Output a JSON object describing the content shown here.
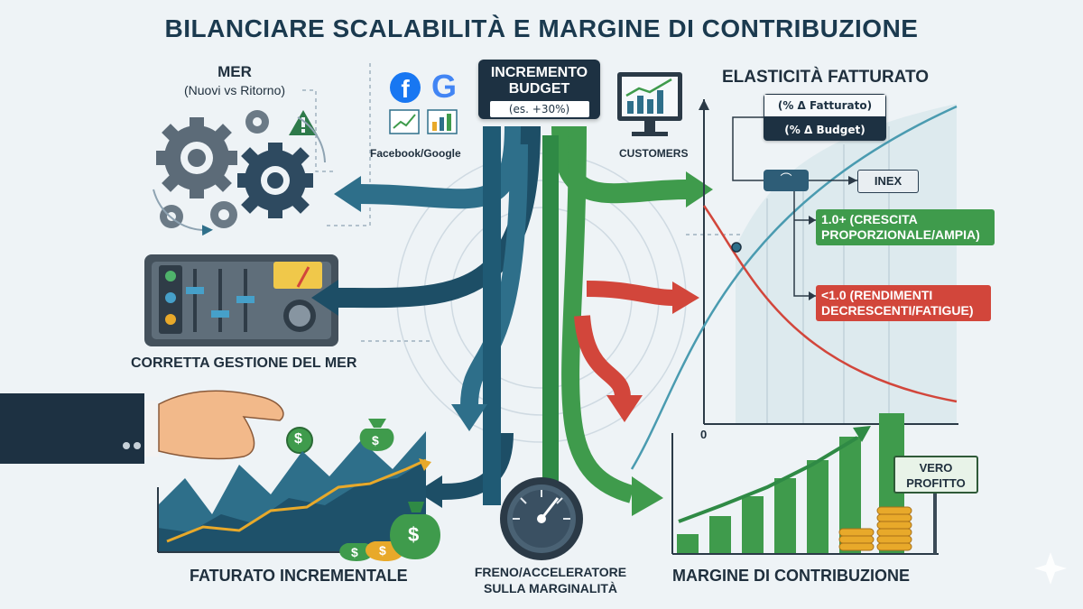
{
  "title": "BILANCIARE SCALABILITÀ E MARGINE DI CONTRIBUZIONE",
  "left": {
    "mer_title": "MER",
    "mer_subtitle": "(Nuovi vs Ritorno)",
    "mixer_label": "CORRETTA GESTIONE DEL MER",
    "revenue_label": "FATURATO INCREMENTALE",
    "coin_symbol": "$"
  },
  "center": {
    "platforms_label": "Facebook/Google",
    "facebook_glyph": "f",
    "google_glyph": "G",
    "customers_label": "CUSTOMERS",
    "budget_title_line1": "INCREMENTO",
    "budget_title_line2": "BUDGET",
    "budget_example": "(es. +30%)",
    "gauge_label_line1": "FRENO/ACCELERATORE",
    "gauge_label_line2": "SULLA MARGINALITÀ"
  },
  "right": {
    "elasticity_title": "ELASTICITÀ FATTURATO",
    "formula_numerator": "(% Δ Fatturato)",
    "formula_denominator": "(% Δ Budget)",
    "index_box": "INEX",
    "zero_tick": "0",
    "green_outcome": "1.0+ (CRESCITA PROPORZIONALE/AMPIA)",
    "red_outcome": "<1.0 (RENDIMENTI DECRESCENTI/FATIGUE)",
    "margin_label": "MARGINE DI CONTRIBUZIONE",
    "profit_sign": "VERO PROFITTO"
  },
  "colors": {
    "background": "#eef3f6",
    "navy": "#1d3142",
    "teal": "#2e6f8a",
    "green": "#3f9b4c",
    "red": "#d2463b",
    "gold": "#e8a92a"
  },
  "icons": [
    "gear-icon",
    "warning-icon",
    "facebook-icon",
    "google-icon",
    "monitor-chart-icon",
    "mixer-panel-icon",
    "hand-icon",
    "money-bag-icon",
    "gauge-icon",
    "coin-stack-icon"
  ]
}
